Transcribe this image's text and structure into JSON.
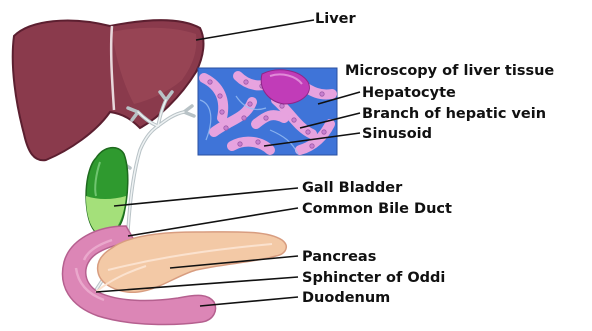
{
  "labels": {
    "liver": "Liver",
    "microscopy": "Microscopy of liver tissue",
    "hepatocyte": "Hepatocyte",
    "hepatic_vein": "Branch of hepatic vein",
    "sinusoid": "Sinusoid",
    "gall_bladder": "Gall Bladder",
    "common_bile_duct": "Common Bile Duct",
    "pancreas": "Pancreas",
    "sphincter": "Sphincter of Oddi",
    "duodenum": "Duodenum"
  },
  "colors": {
    "liver": "#8a3a4c",
    "gall_bladder": "#2f9a2f",
    "pancreas": "#f3c9a6",
    "duodenum": "#dc86b6",
    "tissue_blue": "#3f74d8",
    "tissue_pink": "#e7a3df",
    "ducts": "#cfd8dc"
  }
}
